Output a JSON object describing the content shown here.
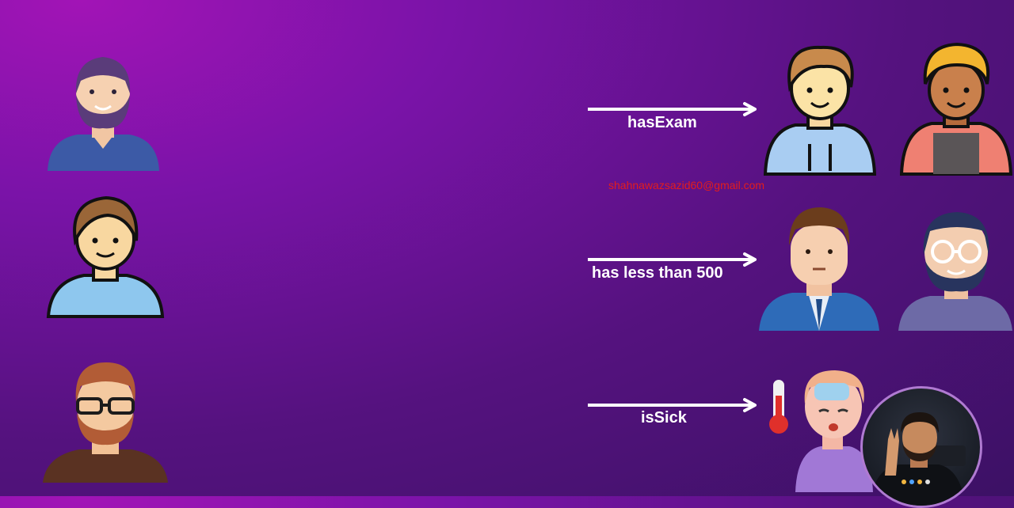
{
  "labels": {
    "has_exam": "hasExam",
    "has_less_than_500": "has less than 500",
    "is_sick": "isSick"
  },
  "watermark": "shahnawazsazid60@gmail.com",
  "colors": {
    "arrow": "#ffffff",
    "watermark": "#e21d1d",
    "background_start": "#a214b6",
    "background_end": "#3c1165"
  },
  "icons": [
    "bearded-man-avatar",
    "young-man-avatar",
    "glasses-man-avatar",
    "hoodie-boy-avatar",
    "curly-hair-avatar",
    "suit-man-avatar",
    "bald-glasses-man-avatar",
    "sick-person-avatar",
    "thermometer-icon",
    "presenter-webcam"
  ]
}
